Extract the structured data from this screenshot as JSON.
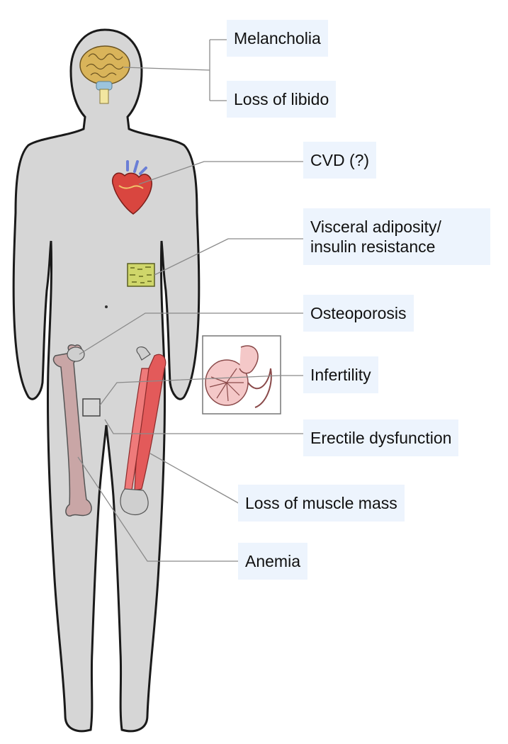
{
  "labels": {
    "melancholia": "Melancholia",
    "loss_of_libido": "Loss of libido",
    "cvd": "CVD (?)",
    "visceral_line1": "Visceral adiposity/",
    "visceral_line2": "insulin resistance",
    "osteoporosis": "Osteoporosis",
    "infertility": "Infertility",
    "erectile_dysfunction": "Erectile dysfunction",
    "loss_of_muscle_mass": "Loss of muscle mass",
    "anemia": "Anemia"
  },
  "colors": {
    "body_fill": "#d6d6d6",
    "body_outline": "#1a1a1a",
    "label_bg": "#edf4fd",
    "leader_line": "#8a8a8a",
    "brain": "#d9b45a",
    "heart": "#d9463f",
    "fat_tissue": "#cfd66a",
    "muscle": "#e35a5a",
    "bone": "#c9a6a6"
  },
  "icons": [
    "brain-icon",
    "heart-icon",
    "adipose-tissue-icon",
    "femur-bone-icon",
    "thigh-muscle-icon",
    "testis-icon"
  ]
}
